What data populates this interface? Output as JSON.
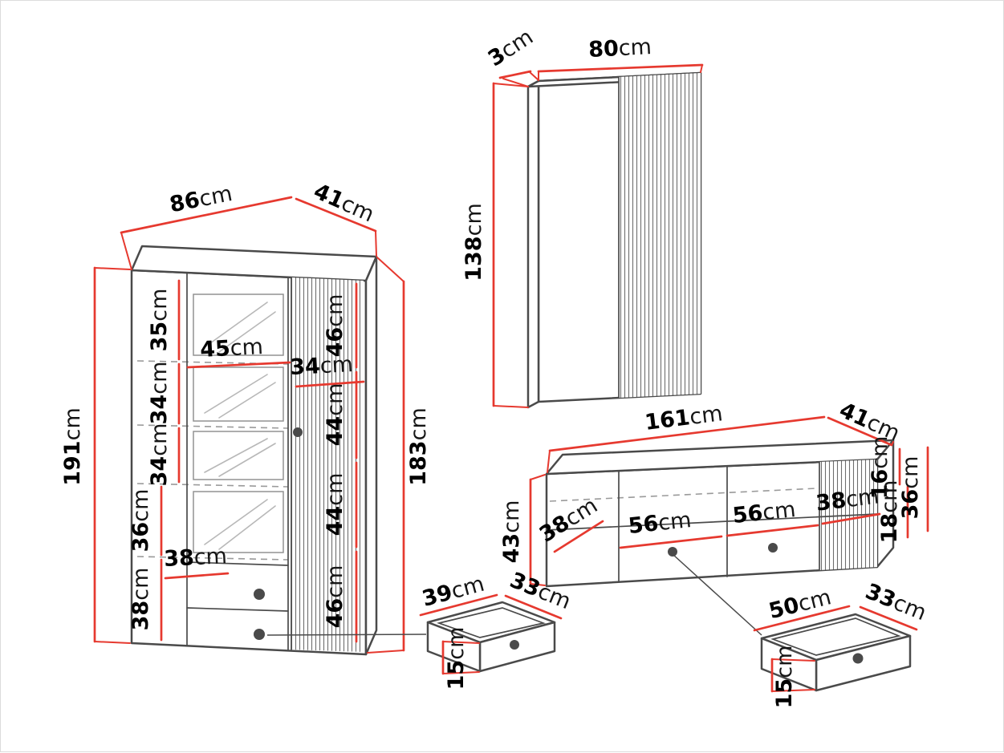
{
  "unit": "cm",
  "colors": {
    "red": "#e6392f",
    "outline": "#4a4a4a",
    "dashed": "#9a9a9a",
    "text": "#000000",
    "background": "#ffffff"
  },
  "cabinet": {
    "width": "86",
    "depth": "41",
    "height": "191",
    "interior_height": "183",
    "left_sections": [
      "35",
      "34",
      "34",
      "36",
      "38"
    ],
    "shelf_width": "45",
    "right_door_width": "34",
    "right_sections": [
      "46",
      "44",
      "44",
      "46"
    ],
    "drawer_width": "38"
  },
  "wall_panel": {
    "thickness": "3",
    "width": "80",
    "height": "138"
  },
  "tv_stand": {
    "width": "161",
    "depth": "41",
    "height": "43",
    "front_sections": [
      "38",
      "56",
      "56",
      "38"
    ],
    "right_heights": [
      "16",
      "36",
      "18"
    ]
  },
  "small_drawer": {
    "width": "39",
    "depth": "33",
    "height": "15"
  },
  "large_drawer": {
    "width": "50",
    "depth": "33",
    "height": "15"
  }
}
